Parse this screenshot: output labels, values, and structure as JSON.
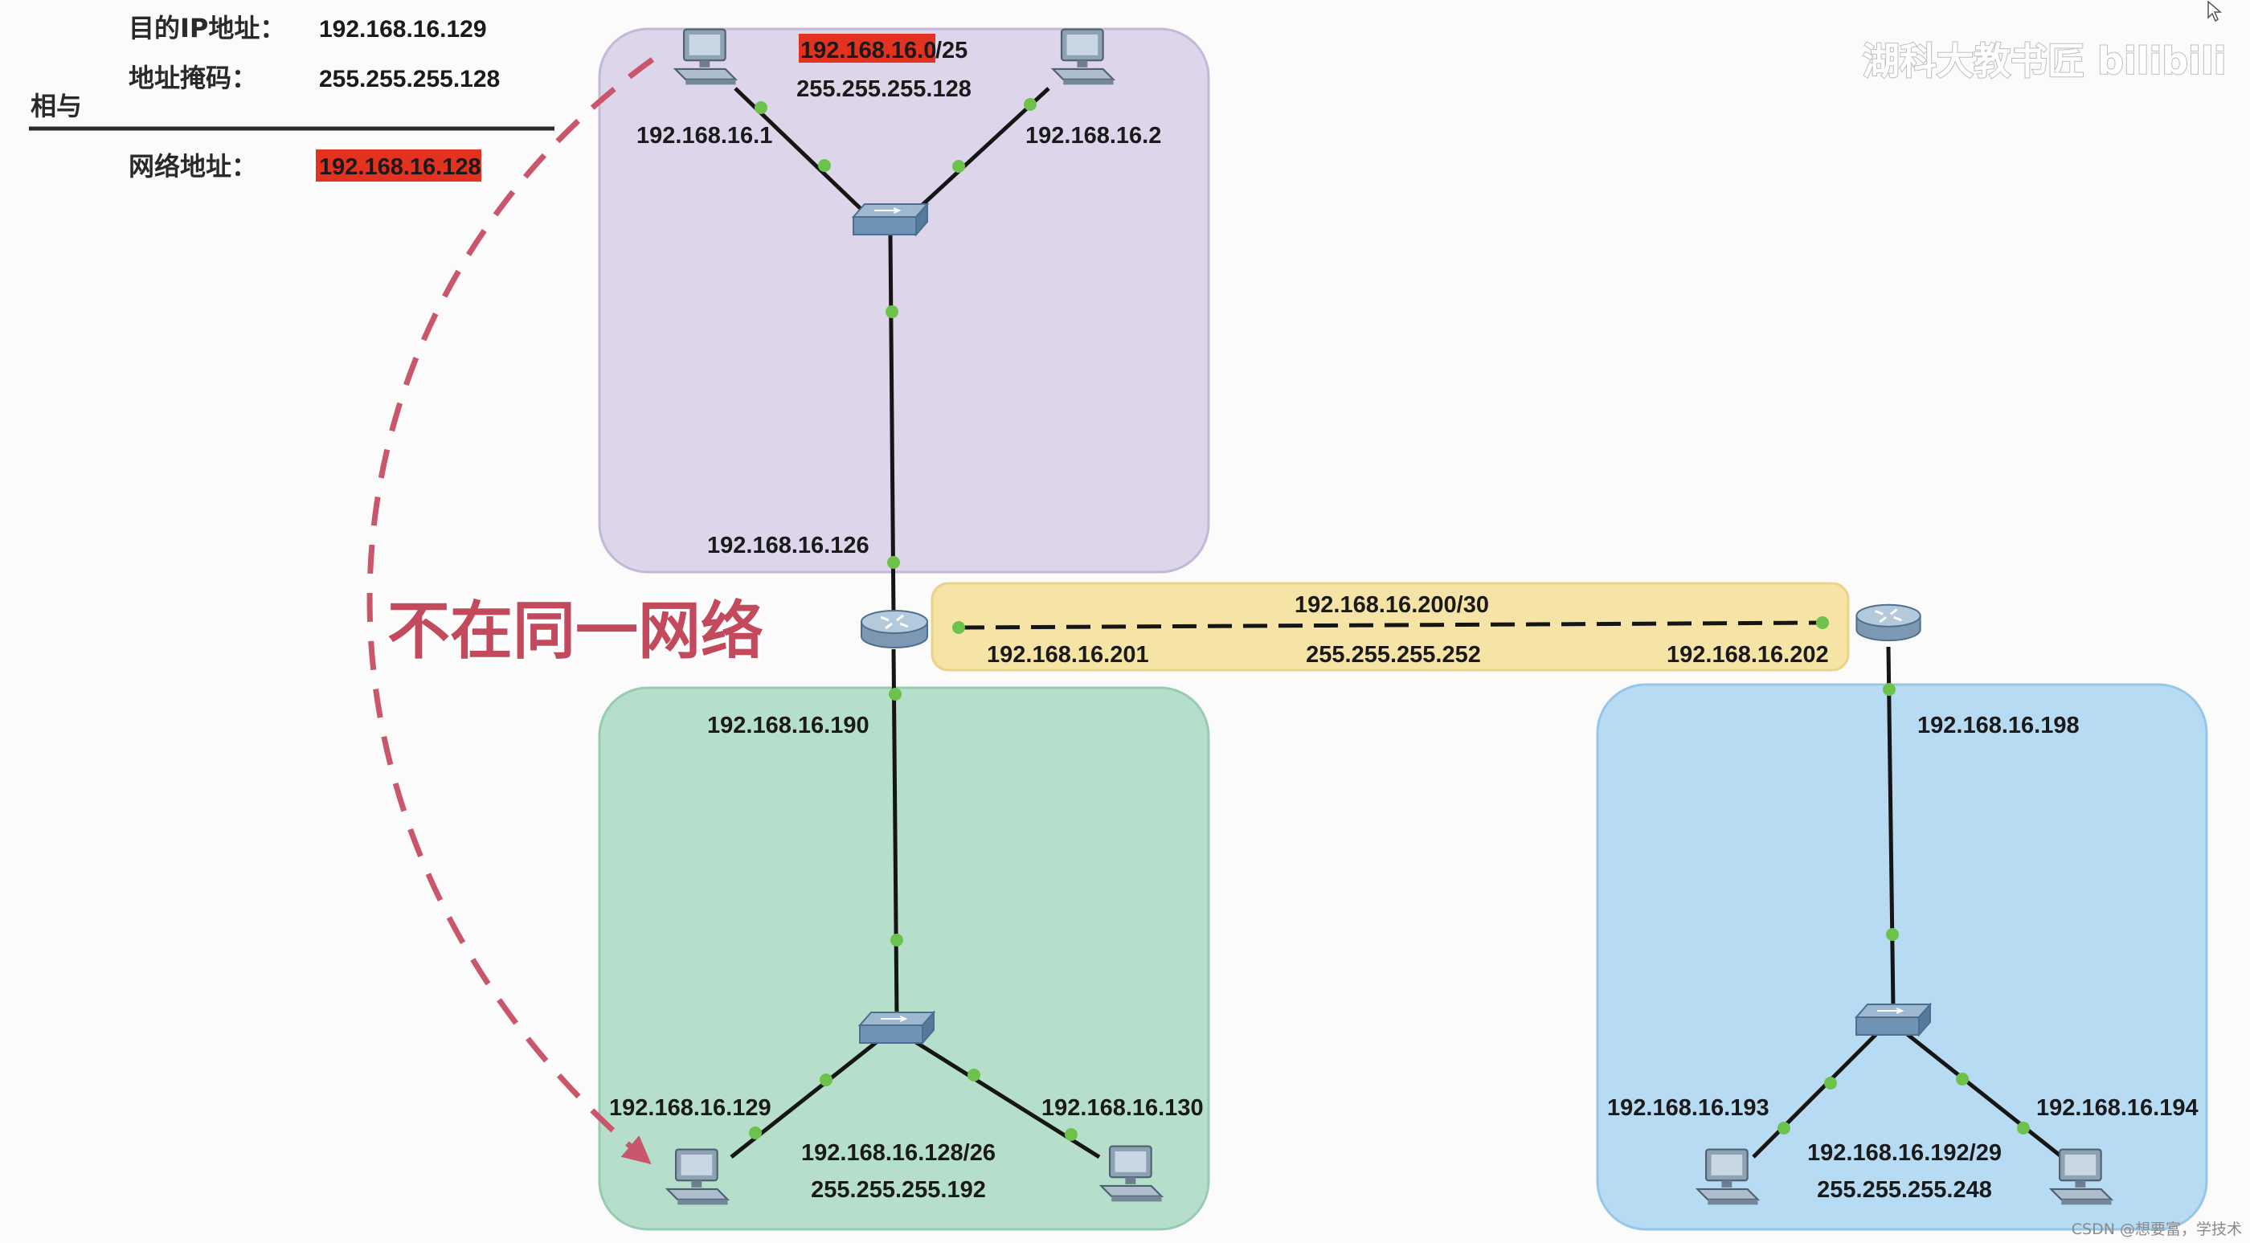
{
  "calculation": {
    "dest_ip_label": "目的IP地址：",
    "dest_ip_value": "192.168.16.129",
    "mask_label": "地址掩码：",
    "mask_value": "255.255.255.128",
    "and_label": "相与",
    "network_label": "网络地址：",
    "network_value": "192.168.16.128"
  },
  "annotation": "不在同一网络",
  "watermark": "湖科大教书匠 bilibili",
  "footer": "CSDN @想要富，学技术",
  "networks": {
    "top": {
      "highlight": "192.168.16.0",
      "prefix": "/25",
      "mask": "255.255.255.128",
      "host_left_ip": "192.168.16.1",
      "host_right_ip": "192.168.16.2",
      "gateway_ip": "192.168.16.126"
    },
    "bottom_left": {
      "gateway_ip": "192.168.16.190",
      "host_left_ip": "192.168.16.129",
      "host_right_ip": "192.168.16.130",
      "network": "192.168.16.128/26",
      "mask": "255.255.255.192"
    },
    "link": {
      "network": "192.168.16.200/30",
      "left_ip": "192.168.16.201",
      "mask": "255.255.255.252",
      "right_ip": "192.168.16.202"
    },
    "right": {
      "gateway_ip": "192.168.16.198",
      "host_left_ip": "192.168.16.193",
      "host_right_ip": "192.168.16.194",
      "network": "192.168.16.192/29",
      "mask": "255.255.255.248"
    }
  },
  "colors": {
    "top_zone": "#ddd5ea",
    "bottom_left_zone": "#b5dfca",
    "link_zone": "#f6e4a6",
    "right_zone": "#b6dbf3",
    "highlight": "#e3321f",
    "dashed_arrow": "#c9566a",
    "link_dot": "#6cc24a"
  }
}
